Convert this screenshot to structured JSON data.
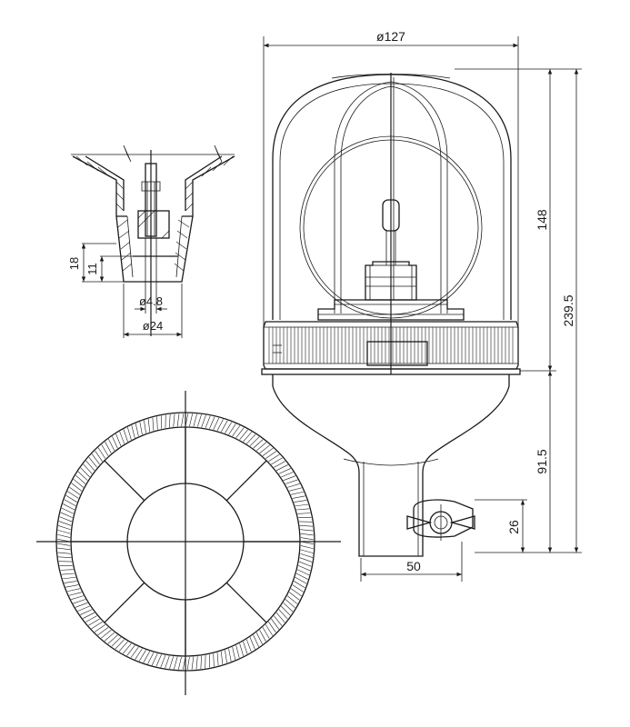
{
  "dimensions": {
    "lens_diameter": "ø127",
    "dome_height": "148",
    "total_height": "239.5",
    "stem_height": "91.5",
    "bracket_height": "26",
    "stem_width": "50",
    "mount_height_outer": "18",
    "mount_height_inner": "11",
    "pin_diameter": "ø4.8",
    "mount_diameter": "ø24"
  }
}
